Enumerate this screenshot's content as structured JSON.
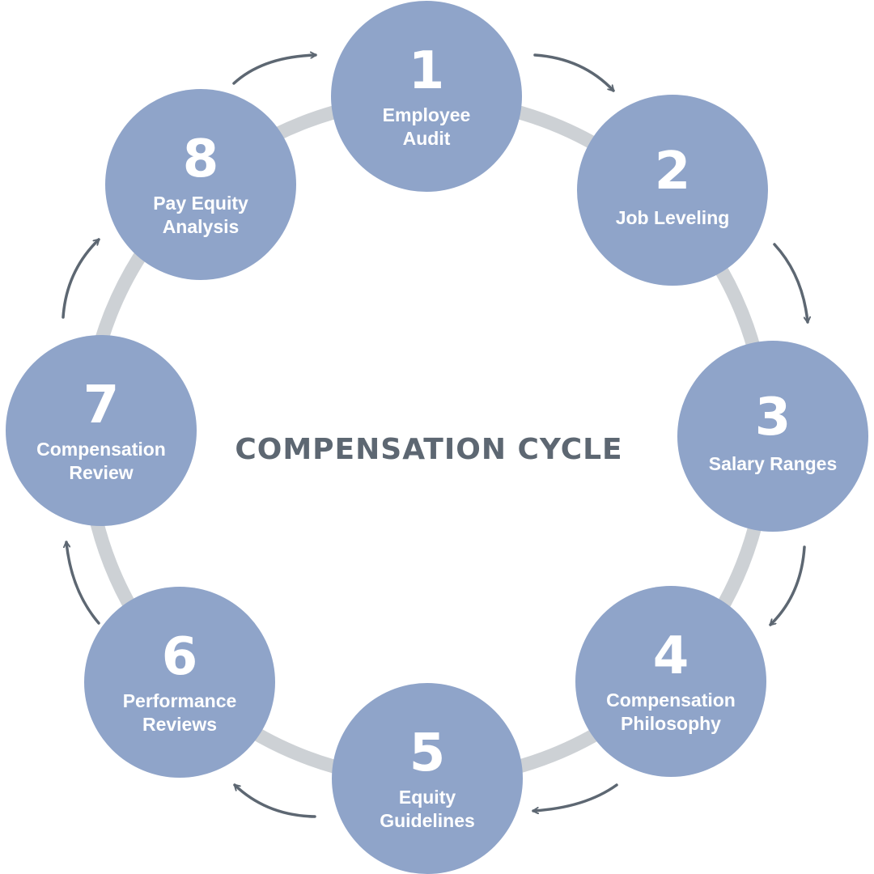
{
  "title": "COMPENSATION CYCLE",
  "colors": {
    "node_fill": "#8fa4c9",
    "ring": "#cdd1d5",
    "arrow": "#5d6772",
    "title": "#5d6772",
    "text": "#ffffff"
  },
  "steps": [
    {
      "number": "1",
      "label_lines": [
        "Employee",
        "Audit"
      ]
    },
    {
      "number": "2",
      "label_lines": [
        "Job Leveling"
      ]
    },
    {
      "number": "3",
      "label_lines": [
        "Salary Ranges"
      ]
    },
    {
      "number": "4",
      "label_lines": [
        "Compensation",
        "Philosophy"
      ]
    },
    {
      "number": "5",
      "label_lines": [
        "Equity",
        "Guidelines"
      ]
    },
    {
      "number": "6",
      "label_lines": [
        "Performance",
        "Reviews"
      ]
    },
    {
      "number": "7",
      "label_lines": [
        "Compensation",
        "Review"
      ]
    },
    {
      "number": "8",
      "label_lines": [
        "Pay Equity",
        "Analysis"
      ]
    }
  ]
}
